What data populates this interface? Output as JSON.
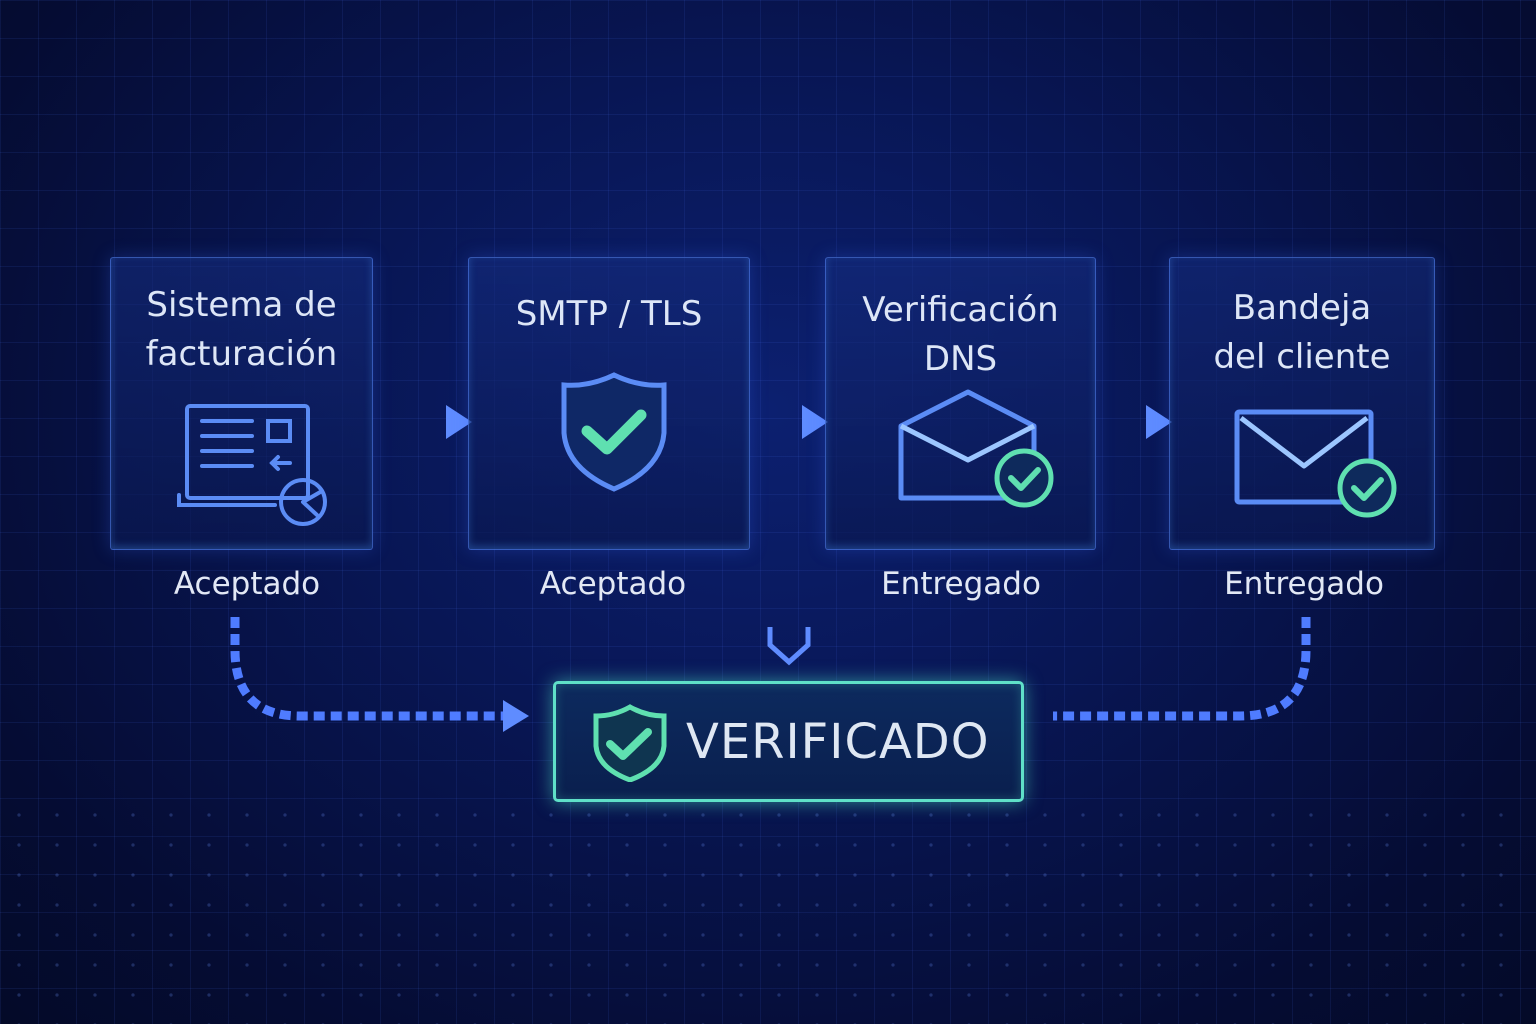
{
  "steps": [
    {
      "title_line1": "Sistema de",
      "title_line2": "facturación",
      "status": "Aceptado",
      "icon": "invoice-laptop-icon"
    },
    {
      "title_line1": "SMTP / TLS",
      "status": "Aceptado",
      "icon": "shield-check-icon"
    },
    {
      "title_line1": "Verificación",
      "title_line2": "DNS",
      "status": "Entregado",
      "icon": "open-envelope-check-icon"
    },
    {
      "title_line1": "Bandeja",
      "title_line2": "del cliente",
      "status": "Entregado",
      "icon": "envelope-check-icon"
    }
  ],
  "result": {
    "label": "VERIFICADO",
    "icon": "shield-check-icon"
  },
  "colors": {
    "accent": "#4f7cff",
    "success": "#5fe0c8",
    "background": "#081654"
  }
}
